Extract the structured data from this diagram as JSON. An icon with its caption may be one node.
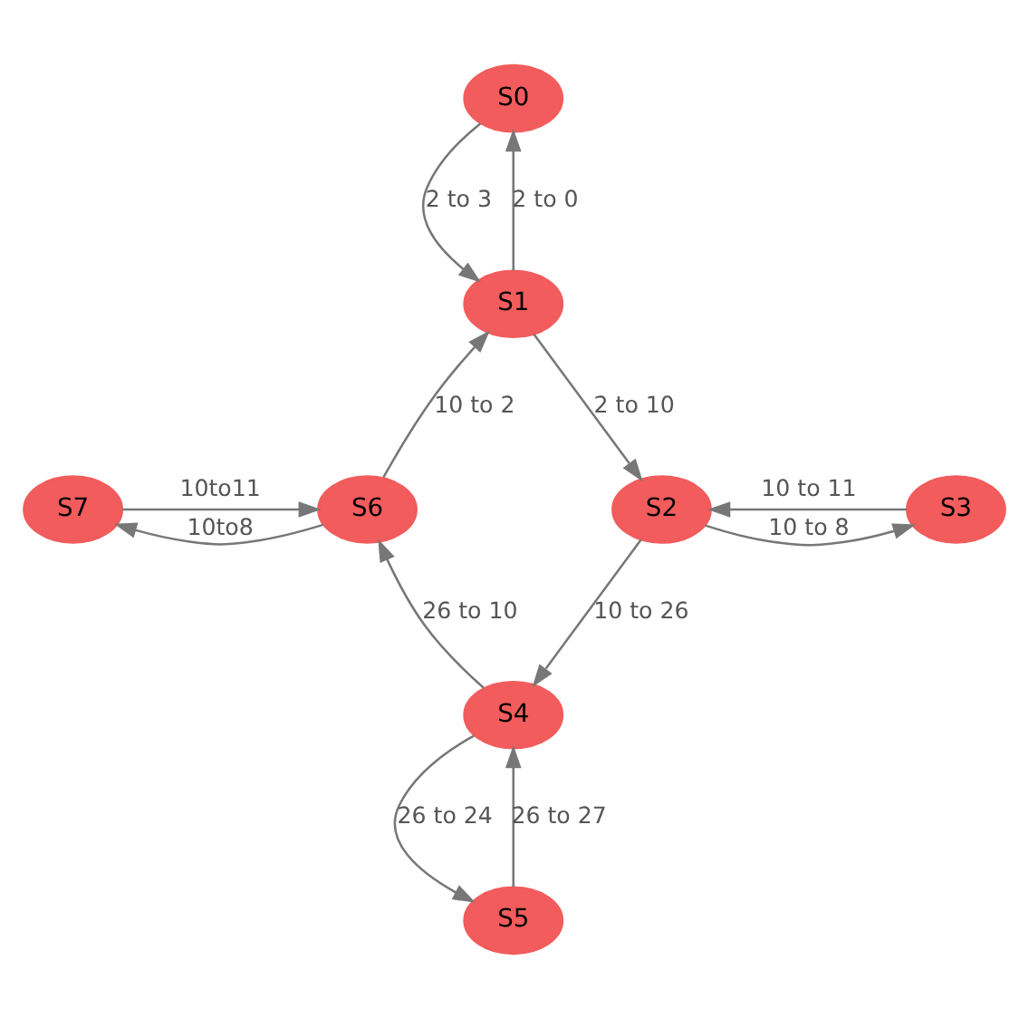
{
  "diagram": {
    "nodes": [
      {
        "text": [
          "S0"
        ]
      },
      {
        "text": [
          "S1"
        ]
      },
      {
        "text": [
          "S7"
        ]
      },
      {
        "text": [
          "S6"
        ]
      },
      {
        "text": [
          "S2"
        ]
      },
      {
        "text": [
          "S3"
        ]
      },
      {
        "text": [
          "S4"
        ]
      },
      {
        "text": [
          "S5"
        ]
      }
    ],
    "edges": [
      {
        "from": 1,
        "to": 0,
        "arrow": "to",
        "label": "2 to 0"
      },
      {
        "from": 0,
        "to": 1,
        "arrow": "to",
        "label": "2 to 3"
      },
      {
        "from": 3,
        "to": 1,
        "arrow": "to",
        "label": "10 to 2"
      },
      {
        "from": 1,
        "to": 4,
        "arrow": "to",
        "label": "2 to 10"
      },
      {
        "from": 3,
        "to": 2,
        "arrow": "to",
        "label": "10to8"
      },
      {
        "from": 2,
        "to": 3,
        "arrow": "to",
        "label": "10to11"
      },
      {
        "from": 5,
        "to": 4,
        "arrow": "to",
        "label": "10 to 11"
      },
      {
        "from": 4,
        "to": 5,
        "arrow": "to",
        "label": "10 to 8"
      },
      {
        "from": 6,
        "to": 3,
        "arrow": "to",
        "label": "26 to 10"
      },
      {
        "from": 4,
        "to": 6,
        "arrow": "to",
        "label": "10 to 26"
      },
      {
        "from": 7,
        "to": 6,
        "arrow": "to",
        "label": "26 to 27"
      },
      {
        "from": 6,
        "to": 7,
        "arrow": "to",
        "label": "26 to 24"
      }
    ]
  }
}
